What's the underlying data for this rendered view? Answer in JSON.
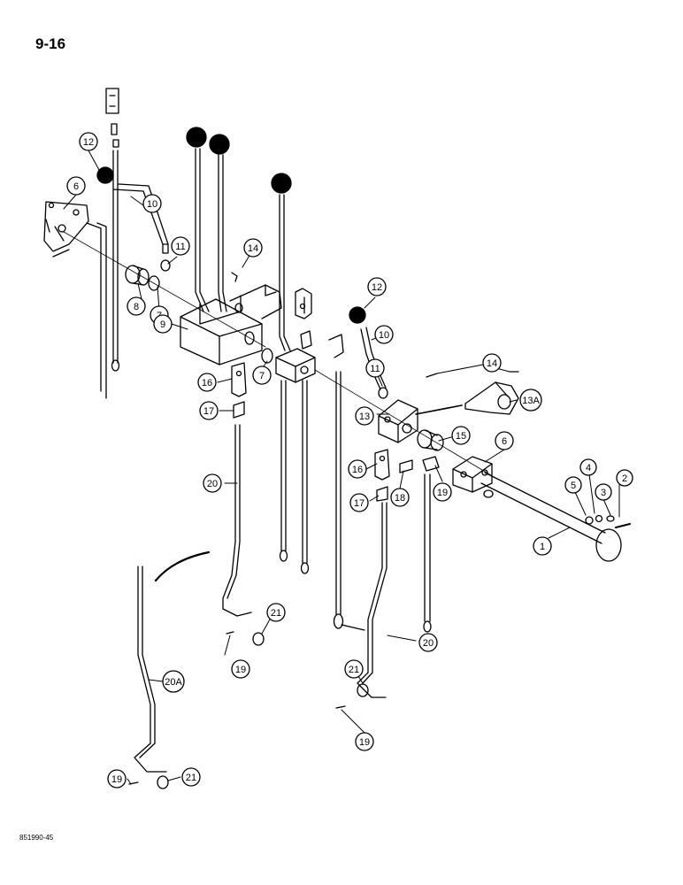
{
  "page_number": "9-16",
  "drawing_code": "851990-45",
  "callouts": [
    {
      "id": "c1",
      "label": "1"
    },
    {
      "id": "c2",
      "label": "2"
    },
    {
      "id": "c3",
      "label": "3"
    },
    {
      "id": "c4",
      "label": "4"
    },
    {
      "id": "c5",
      "label": "5"
    },
    {
      "id": "c6a",
      "label": "6"
    },
    {
      "id": "c6b",
      "label": "6"
    },
    {
      "id": "c7a",
      "label": "7"
    },
    {
      "id": "c7b",
      "label": "7"
    },
    {
      "id": "c8",
      "label": "8"
    },
    {
      "id": "c9",
      "label": "9"
    },
    {
      "id": "c10a",
      "label": "10"
    },
    {
      "id": "c10b",
      "label": "10"
    },
    {
      "id": "c11a",
      "label": "11"
    },
    {
      "id": "c11b",
      "label": "11"
    },
    {
      "id": "c12a",
      "label": "12"
    },
    {
      "id": "c12b",
      "label": "12"
    },
    {
      "id": "c13",
      "label": "13"
    },
    {
      "id": "c13a",
      "label": "13A"
    },
    {
      "id": "c14a",
      "label": "14"
    },
    {
      "id": "c14b",
      "label": "14"
    },
    {
      "id": "c15",
      "label": "15"
    },
    {
      "id": "c16a",
      "label": "16"
    },
    {
      "id": "c16b",
      "label": "16"
    },
    {
      "id": "c17a",
      "label": "17"
    },
    {
      "id": "c17b",
      "label": "17"
    },
    {
      "id": "c18",
      "label": "18"
    },
    {
      "id": "c19a",
      "label": "19"
    },
    {
      "id": "c19b",
      "label": "19"
    },
    {
      "id": "c19c",
      "label": "19"
    },
    {
      "id": "c19d",
      "label": "19"
    },
    {
      "id": "c20a",
      "label": "20"
    },
    {
      "id": "c20b",
      "label": "20"
    },
    {
      "id": "c20c",
      "label": "20A"
    },
    {
      "id": "c21a",
      "label": "21"
    },
    {
      "id": "c21b",
      "label": "21"
    },
    {
      "id": "c21c",
      "label": "21"
    }
  ]
}
